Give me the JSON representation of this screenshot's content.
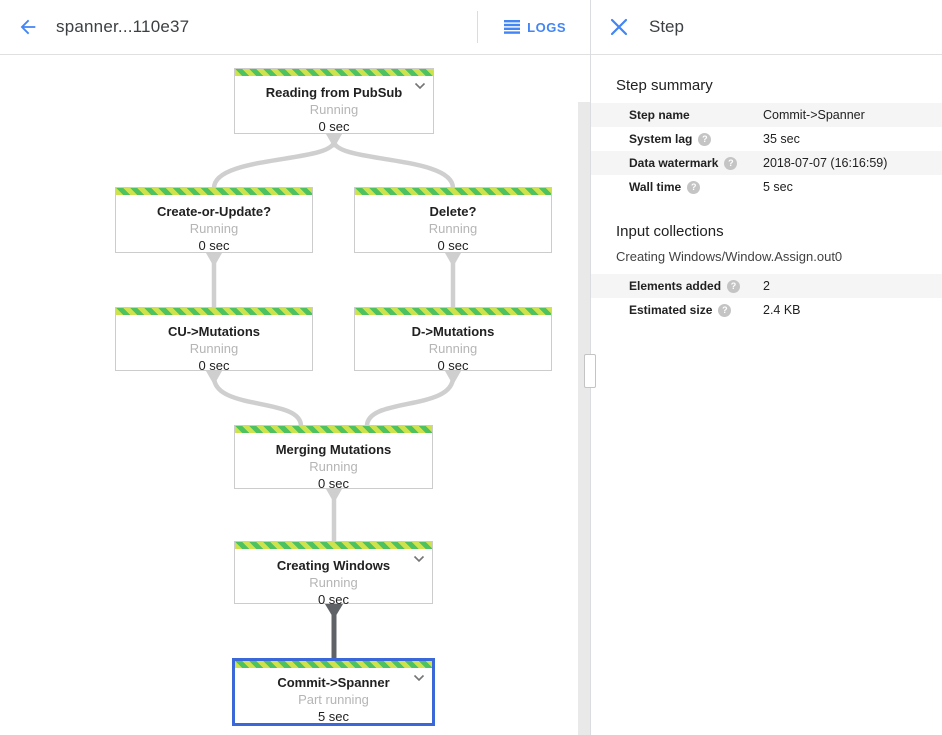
{
  "topbar": {
    "title": "spanner...110e37",
    "logs_label": "LOGS"
  },
  "panel": {
    "title": "Step",
    "summary_heading": "Step summary",
    "summary_rows": [
      {
        "label": "Step name",
        "value": "Commit->Spanner"
      },
      {
        "label": "System lag",
        "value": "35 sec"
      },
      {
        "label": "Data watermark",
        "value": "2018-07-07 (16:16:59)"
      },
      {
        "label": "Wall time",
        "value": "5 sec"
      }
    ],
    "input_heading": "Input collections",
    "collection_name": "Creating Windows/Window.Assign.out0",
    "input_rows": [
      {
        "label": "Elements added",
        "value": "2"
      },
      {
        "label": "Estimated size",
        "value": "2.4 KB"
      }
    ]
  },
  "graph": {
    "nodes": {
      "reading": {
        "title": "Reading from PubSub",
        "status": "Running",
        "time": "0 sec"
      },
      "create": {
        "title": "Create-or-Update?",
        "status": "Running",
        "time": "0 sec"
      },
      "delete": {
        "title": "Delete?",
        "status": "Running",
        "time": "0 sec"
      },
      "cu": {
        "title": "CU->Mutations",
        "status": "Running",
        "time": "0 sec"
      },
      "d": {
        "title": "D->Mutations",
        "status": "Running",
        "time": "0 sec"
      },
      "merging": {
        "title": "Merging Mutations",
        "status": "Running",
        "time": "0 sec"
      },
      "creating": {
        "title": "Creating Windows",
        "status": "Running",
        "time": "0 sec"
      },
      "commit": {
        "title": "Commit->Spanner",
        "status": "Part running",
        "time": "5 sec"
      }
    }
  },
  "icons": {
    "help": "?"
  },
  "colors": {
    "accent_blue": "#4285f4",
    "selected_border": "#3b68d9",
    "stripe_light": "#cde24c",
    "stripe_green": "#4ec161",
    "edge_gray": "#cfcfcf",
    "edge_dark": "#5f6368",
    "row_alt_bg": "#f5f5f5"
  }
}
